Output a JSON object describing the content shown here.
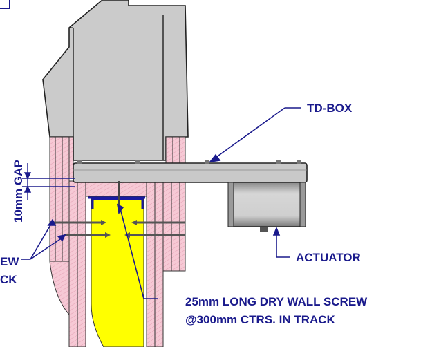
{
  "labels": {
    "td_box": "TD-BOX",
    "actuator": "ACTUATOR",
    "gap": "10mm GAP",
    "screw_line1": "25mm LONG DRY WALL SCREW",
    "screw_line2": "@300mm CTRS. IN TRACK",
    "left_line1": "EW",
    "left_line2": "CK"
  },
  "colors": {
    "label_text": "#1a1a8c",
    "leader_line": "#1a1a8c",
    "concrete": "#c8c8c8",
    "board": "#f5c6d3",
    "stud": "#ffff00",
    "track": "#1a1aa0",
    "outline": "#222222"
  },
  "icons": {
    "arrowheads": "leader-arrowhead-icon"
  }
}
